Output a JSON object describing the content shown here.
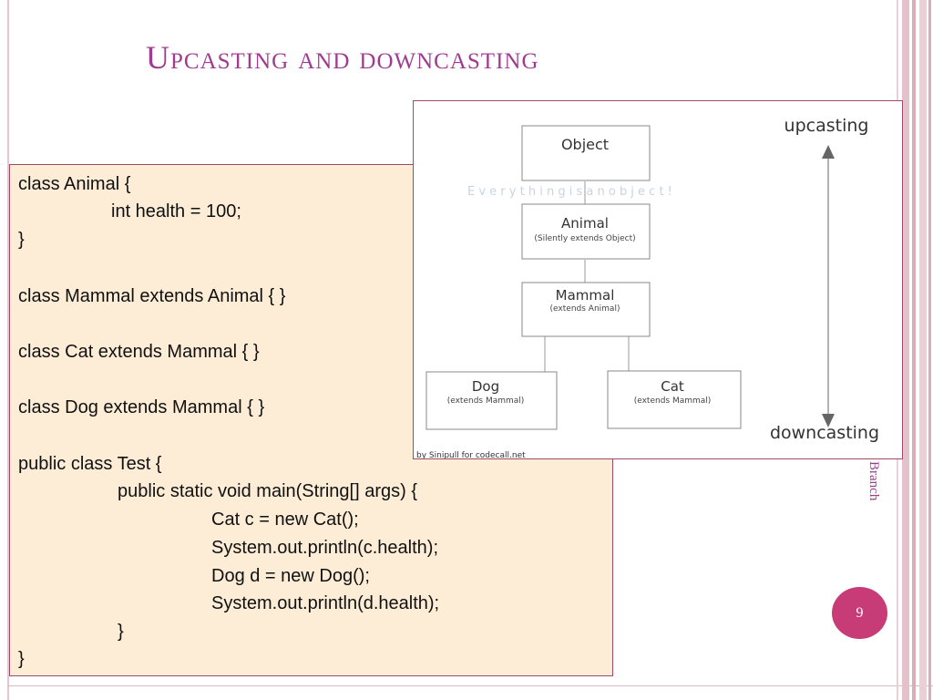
{
  "slide": {
    "title": "Upcasting and downcasting",
    "side_text": "Branch",
    "page_number": "9"
  },
  "code": {
    "lines": [
      "class Animal {",
      "int health = 100;",
      "}",
      "class Mammal extends Animal { }",
      "class Cat extends Mammal { }",
      "class Dog extends Mammal { }",
      "public class Test {",
      "public static void main(String[] args) {",
      "Cat c = new Cat();",
      "System.out.println(c.health);",
      "Dog d = new Dog();",
      "System.out.println(d.health);",
      "}",
      "}"
    ]
  },
  "diagram": {
    "upcasting_label": "upcasting",
    "downcasting_label": "downcasting",
    "watermark": "E v e r y t h i n g   i s   a n   o b j e c t !",
    "credit": "by Sinipull for codecall.net",
    "object": {
      "name": "Object"
    },
    "animal": {
      "name": "Animal",
      "note": "(Silently extends Object)"
    },
    "mammal": {
      "name": "Mammal",
      "note": "(extends Animal)"
    },
    "dog": {
      "name": "Dog",
      "note": "(extends Mammal)"
    },
    "cat": {
      "name": "Cat",
      "note": "(extends Mammal)"
    }
  },
  "colors": {
    "title": "#a03c90",
    "code_background": "#fdecd6",
    "page_badge": "#c73b77"
  }
}
